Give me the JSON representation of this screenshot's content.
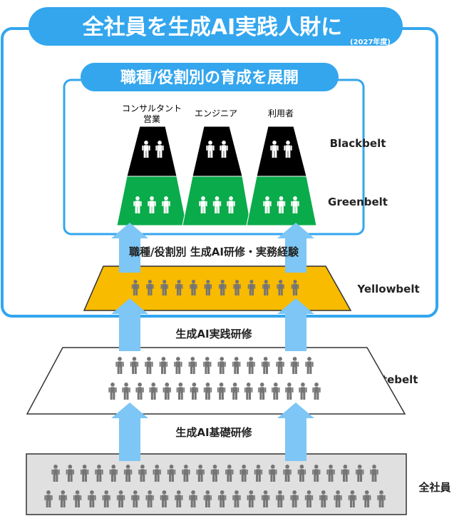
{
  "title": {
    "main": "全社員を生成AI実践人財に",
    "sub": "(2027年度)"
  },
  "inner_title": "職種/役割別の育成を展開",
  "roles": [
    {
      "label_line1": "コンサルタント",
      "label_line2": "営業"
    },
    {
      "label_line1": "エンジニア",
      "label_line2": ""
    },
    {
      "label_line1": "利用者",
      "label_line2": ""
    }
  ],
  "levels": {
    "blackbelt": "Blackbelt",
    "greenbelt": "Greenbelt",
    "yellowbelt": "Yellowbelt",
    "whitebelt": "Whitebelt",
    "all_employees": "全社員"
  },
  "trainings": {
    "role_training": "職種/役割別 生成AI研修・実務経験",
    "practice_training": "生成AI実践研修",
    "basic_training": "生成AI基礎研修"
  },
  "colors": {
    "frame_blue": "#33a6ee",
    "arrow_blue": "#7dc6f5",
    "black": "#000000",
    "green": "#0aab4a",
    "yellow": "#f8bb00",
    "gray_fill": "#e0e0e0",
    "gray_person": "#757575",
    "white": "#ffffff"
  },
  "icons": {
    "person": "person-icon",
    "arrow": "up-arrow-icon"
  }
}
